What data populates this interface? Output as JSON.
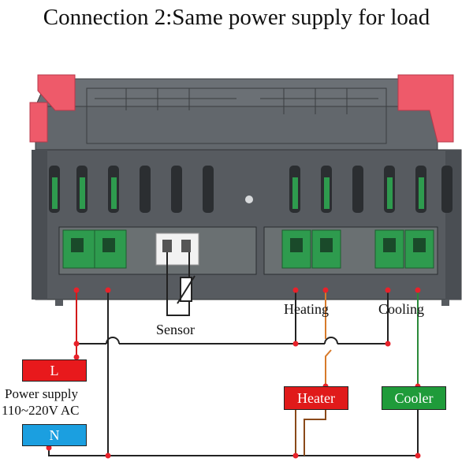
{
  "title": "Connection 2:Same power supply for load",
  "labels": {
    "sensor": "Sensor",
    "heating": "Heating",
    "cooling": "Cooling",
    "power_supply_line1": "Power supply",
    "power_supply_line2": "110~220V AC"
  },
  "boxes": {
    "live": {
      "text": "L",
      "color": "#e8191c"
    },
    "neutral": {
      "text": "N",
      "color": "#1b9fe0"
    },
    "heater": {
      "text": "Heater",
      "color": "#e01a1a"
    },
    "cooler": {
      "text": "Cooler",
      "color": "#1f9b3a"
    }
  },
  "colors": {
    "housing": "#5a5e63",
    "terminal_green": "#2e9b4e",
    "clip_red": "#ee5a6a",
    "wire_red": "#d21a1a",
    "wire_black": "#222222",
    "wire_orange": "#d77a2a",
    "wire_green": "#2a8a3a"
  }
}
